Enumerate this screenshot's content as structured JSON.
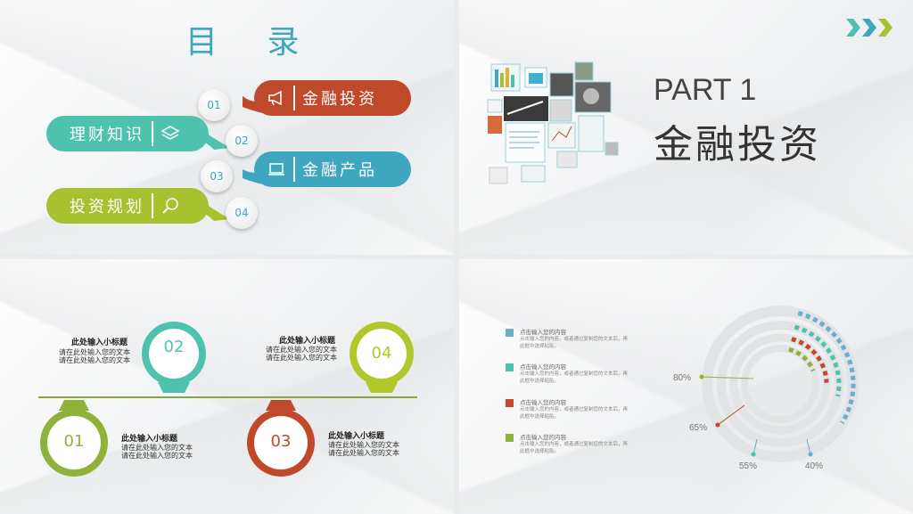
{
  "slide1": {
    "title": "目 录",
    "items": [
      {
        "num": "01",
        "label": "金融投资",
        "color": "#c0482b",
        "icon": "megaphone-icon"
      },
      {
        "num": "02",
        "label": "理财知识",
        "color": "#4fc2ad",
        "icon": "layers-icon"
      },
      {
        "num": "03",
        "label": "金融产品",
        "color": "#3fa6c0",
        "icon": "laptop-icon"
      },
      {
        "num": "04",
        "label": "投资规划",
        "color": "#a7c12f",
        "icon": "magnifier-icon"
      }
    ]
  },
  "slide2": {
    "part": "PART 1",
    "title": "金融投资",
    "arrows_colors": [
      "#4fc2ad",
      "#3fa6c0",
      "#a7c12f"
    ]
  },
  "slide3": {
    "line_color": "#8aa33a",
    "steps": [
      {
        "num": "01",
        "color": "#8fb33a",
        "title": "此处输入小标题",
        "body1": "请在此处输入您的文本",
        "body2": "请在此处输入您的文本"
      },
      {
        "num": "02",
        "color": "#4fc2ad",
        "title": "此处输入小标题",
        "body1": "请在此处输入您的文本",
        "body2": "请在此处输入您的文本"
      },
      {
        "num": "03",
        "color": "#c0482b",
        "title": "此处输入小标题",
        "body1": "请在此处输入您的文本",
        "body2": "请在此处输入您的文本"
      },
      {
        "num": "04",
        "color": "#b2c82a",
        "title": "此处输入小标题",
        "body1": "请在此处输入您的文本",
        "body2": "请在此处输入您的文本"
      }
    ]
  },
  "slide4": {
    "legend": [
      {
        "color": "#6aaed0",
        "title": "点击输入您的内容",
        "line1": "点击输入您的内容，或者通过复制您的文本后，再",
        "line2": "此框中选择粘贴。"
      },
      {
        "color": "#4fc2ad",
        "title": "点击输入您的内容",
        "line1": "点击输入您的内容，或者通过复制您的文本后，再",
        "line2": "此框中选择粘贴。"
      },
      {
        "color": "#c0482b",
        "title": "点击输入您的内容",
        "line1": "点击输入您的内容，或者通过复制您的文本后，再",
        "line2": "此框中选择粘贴。"
      },
      {
        "color": "#8fb33a",
        "title": "点击输入您的内容",
        "line1": "点击输入您的内容，或者通过复制您的文本后，再",
        "line2": "此框中选择粘贴。"
      }
    ],
    "chart_data": {
      "type": "radial-bar",
      "labels": [
        "80%",
        "65%",
        "55%",
        "40%"
      ],
      "values": [
        80,
        65,
        55,
        40
      ],
      "colors": [
        "#6aaed0",
        "#4fc2ad",
        "#c0482b",
        "#8fb33a"
      ],
      "dot_colors": [
        "#8fb33a",
        "#c0482b",
        "#4fc2ad",
        "#6aaed0"
      ]
    }
  }
}
